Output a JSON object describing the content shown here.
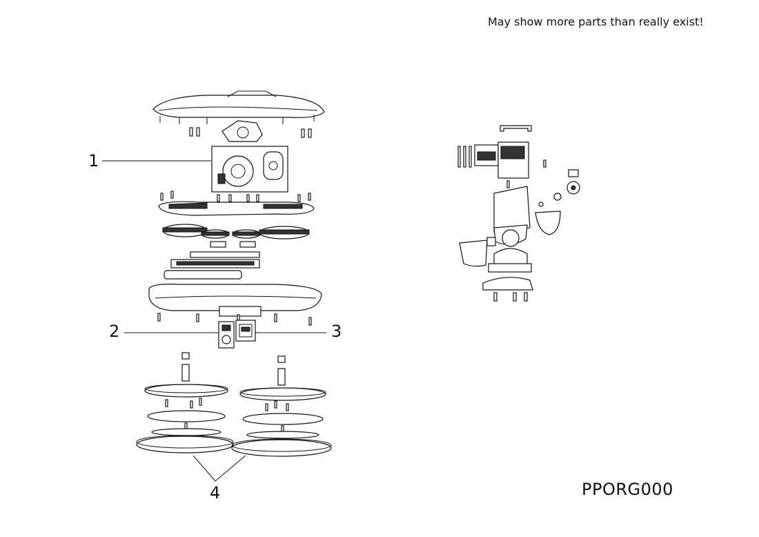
{
  "header": {
    "note": "May show more parts than really exist!"
  },
  "footer": {
    "code": "PPORG000"
  },
  "callouts": [
    {
      "number": "1"
    },
    {
      "number": "2"
    },
    {
      "number": "3"
    },
    {
      "number": "4"
    }
  ]
}
